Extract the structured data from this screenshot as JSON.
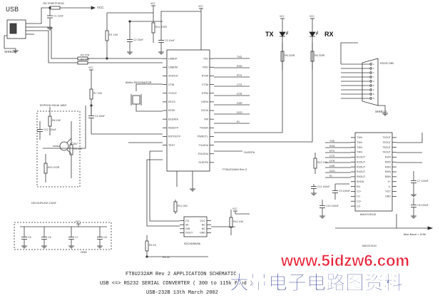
{
  "diagram": {
    "labels": {
      "usb": "USB",
      "tx": "TX",
      "rx": "RX",
      "shield_left": "SHIELD",
      "shield_right": "SHIELD",
      "vcc_arrow": "VCC",
      "gnd": "GND",
      "u1_part": "FT8U232AM Rev 2",
      "u2_part": "MAX213CAI",
      "eeprom": "93C46/56/66",
      "resonator": "6MHz RESONATOR",
      "sleep": "SLEEP#",
      "pwren": "PWREN#",
      "max_note": "Max Baud = 115k",
      "max_note2": "RS232 DB9",
      "sub_eeprom": "EEPROM 93C46 16BIT",
      "sub_decoupling": "DECOUPLING 100nF",
      "sub_ld_check": "MAX213CAI"
    },
    "title_block": {
      "line1": "FT8U232AM Rev 2 APPLICATION SCHEMATIC",
      "line2": "USB <=> RS232 SERIAL CONVERTER ( 300 to 115k Baud )",
      "line3": "USB-232B 13th March 2002"
    },
    "watermark": {
      "url": "www.5idzw6.com",
      "chinese": "大量电子电路图资料"
    },
    "u1_left_pins": [
      "USBDP",
      "USBDM",
      "3V3OUT",
      "XTIN",
      "XTOUT",
      "EECS",
      "EESK",
      "EEDATA",
      "RESET#",
      "RSTOUT#",
      "TEST"
    ],
    "u1_right_pins": [
      "TXD",
      "RXD",
      "RTS#",
      "CTS#",
      "DTR#",
      "DSR#",
      "DCD#",
      "RI#",
      "TXDEN",
      "PWRCTL",
      "TXLED#",
      "RXLED#",
      "SLEEP#"
    ],
    "u2_left_pins": [
      "T1IN",
      "T2IN",
      "T3IN",
      "T4IN",
      "R1OUT",
      "R2OUT",
      "R3OUT",
      "R4OUT",
      "R5OUT",
      "SHDN",
      "EN",
      "C1+",
      "C1-",
      "C2+",
      "C2-"
    ],
    "u2_right_pins": [
      "T1OUT",
      "T2OUT",
      "T3OUT",
      "T4OUT",
      "R1IN",
      "R2IN",
      "R3IN",
      "R4IN",
      "R5IN",
      "V+",
      "V-",
      "VCC",
      "GND"
    ],
    "u3_left_pins": [
      "CS",
      "SK",
      "DIN",
      "DOUT"
    ],
    "u3_right_pins": [
      "VCC",
      "NC",
      "NC",
      "GND"
    ],
    "db9_pins": [
      "1",
      "6",
      "2",
      "7",
      "3",
      "8",
      "4",
      "9",
      "5"
    ],
    "resistors": [
      "R1",
      "R2",
      "R3",
      "R4",
      "R5",
      "R6",
      "R7",
      "R8",
      "R9",
      "R10",
      "R11",
      "R12"
    ],
    "capacitors": [
      "C1",
      "C2",
      "C3",
      "C4",
      "C5",
      "C6",
      "C7",
      "C8",
      "C9",
      "C10",
      "C11",
      "C12"
    ],
    "net_labels": [
      "TXD",
      "RXD",
      "RTS",
      "CTS",
      "DTR",
      "DSR",
      "DCD",
      "RI"
    ]
  }
}
